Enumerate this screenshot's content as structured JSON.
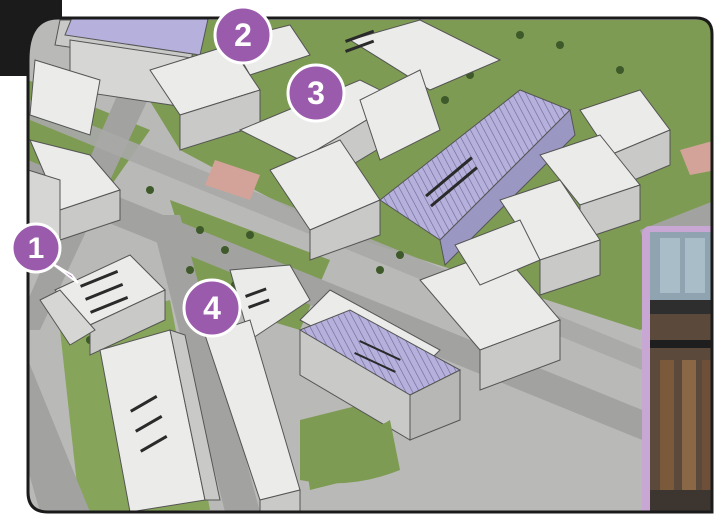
{
  "colors": {
    "marker": "#9b5bad",
    "roof": "#ebebea",
    "wall": "#c9c9c7",
    "parking": "#b5b0dc",
    "green": "#7d9b52",
    "road": "#a8a8a6",
    "inset_frame": "#c9a7d4"
  },
  "markers": [
    {
      "label": "1"
    },
    {
      "label": "2"
    },
    {
      "label": "3"
    },
    {
      "label": "4"
    }
  ]
}
